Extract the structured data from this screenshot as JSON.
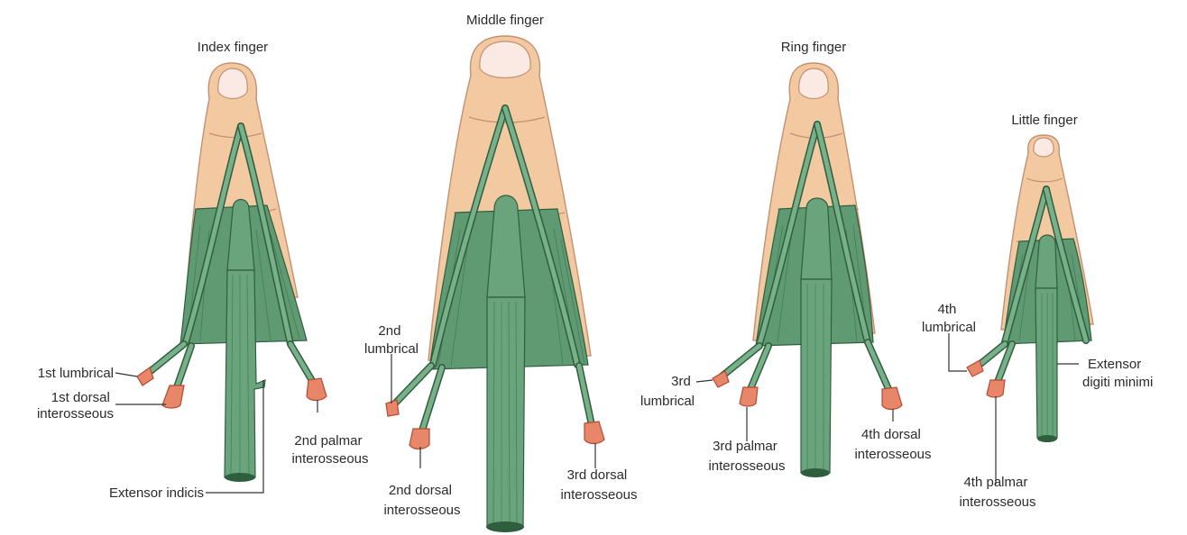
{
  "fingers": {
    "index": {
      "title": "Index finger"
    },
    "middle": {
      "title": "Middle finger"
    },
    "ring": {
      "title": "Ring finger"
    },
    "little": {
      "title": "Little finger"
    }
  },
  "labels": {
    "lumbrical_1": "1st lumbrical",
    "dorsal_1": [
      "1st dorsal",
      "interosseous"
    ],
    "palmar_2": [
      "2nd palmar",
      "interosseous"
    ],
    "extensor_indicis": "Extensor indicis",
    "lumbrical_2": [
      "2nd",
      "lumbrical"
    ],
    "dorsal_2": [
      "2nd dorsal",
      "interosseous"
    ],
    "dorsal_3": [
      "3rd dorsal",
      "interosseous"
    ],
    "lumbrical_3": [
      "3rd",
      "lumbrical"
    ],
    "palmar_3": [
      "3rd palmar",
      "interosseous"
    ],
    "dorsal_4": [
      "4th dorsal",
      "interosseous"
    ],
    "lumbrical_4": [
      "4th",
      "lumbrical"
    ],
    "extensor_digiti_minimi": [
      "Extensor",
      "digiti minimi"
    ],
    "palmar_4": [
      "4th palmar",
      "interosseous"
    ]
  },
  "colors": {
    "skin": "#f3c9a2",
    "tendon": "#6aa47c",
    "muscle": "#e8866a"
  }
}
